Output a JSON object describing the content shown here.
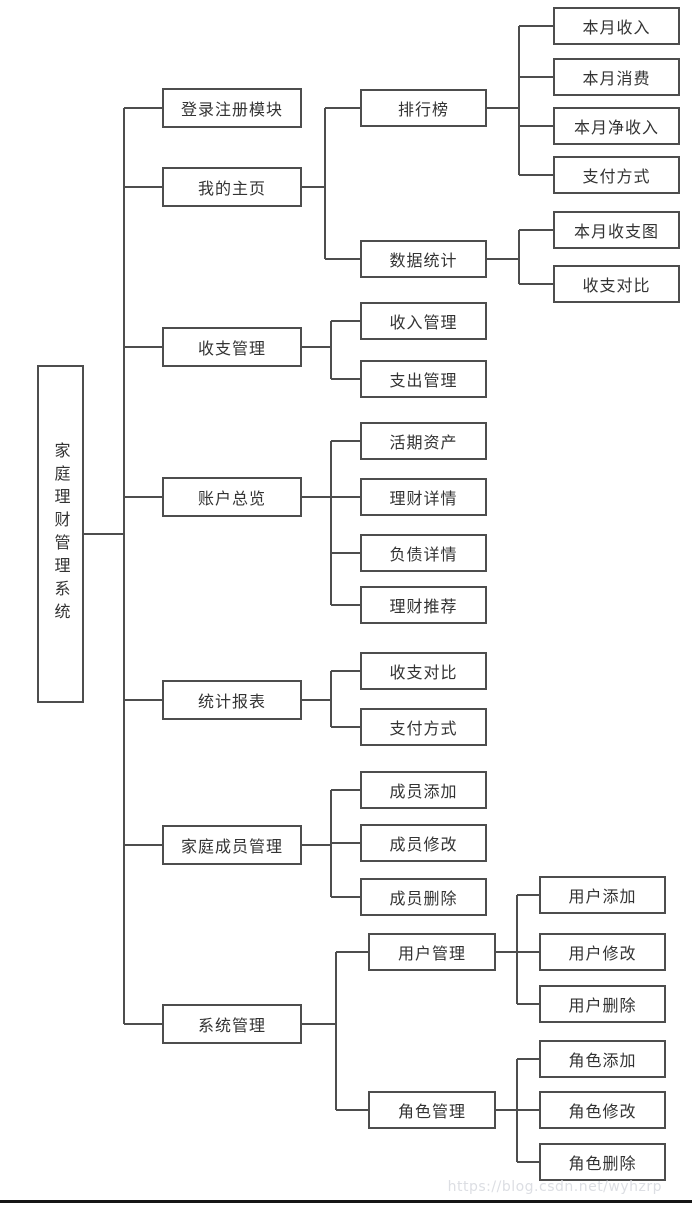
{
  "colors": {
    "line": "#4d4d4d",
    "box_border": "#4d4d4d",
    "box_text": "#333333",
    "watermark_text": "#dcdee3",
    "bottom_rule": "#161616"
  },
  "watermark": {
    "text": "https://blog.csdn.net/wyhzrp"
  },
  "tree": {
    "label": "家庭理财管理系统",
    "children": [
      {
        "label": "登录注册模块"
      },
      {
        "label": "我的主页",
        "children": [
          {
            "label": "排行榜",
            "children": [
              {
                "label": "本月收入"
              },
              {
                "label": "本月消费"
              },
              {
                "label": "本月净收入"
              },
              {
                "label": "支付方式"
              }
            ]
          },
          {
            "label": "数据统计",
            "children": [
              {
                "label": "本月收支图"
              },
              {
                "label": "收支对比"
              }
            ]
          }
        ]
      },
      {
        "label": "收支管理",
        "children": [
          {
            "label": "收入管理"
          },
          {
            "label": "支出管理"
          }
        ]
      },
      {
        "label": "账户总览",
        "children": [
          {
            "label": "活期资产"
          },
          {
            "label": "理财详情"
          },
          {
            "label": "负债详情"
          },
          {
            "label": "理财推荐"
          }
        ]
      },
      {
        "label": "统计报表",
        "children": [
          {
            "label": "收支对比"
          },
          {
            "label": "支付方式"
          }
        ]
      },
      {
        "label": "家庭成员管理",
        "children": [
          {
            "label": "成员添加"
          },
          {
            "label": "成员修改"
          },
          {
            "label": "成员删除"
          }
        ]
      },
      {
        "label": "系统管理",
        "children": [
          {
            "label": "用户管理",
            "children": [
              {
                "label": "用户添加"
              },
              {
                "label": "用户修改"
              },
              {
                "label": "用户删除"
              }
            ]
          },
          {
            "label": "角色管理",
            "children": [
              {
                "label": "角色添加"
              },
              {
                "label": "角色修改"
              },
              {
                "label": "角色删除"
              }
            ]
          }
        ]
      }
    ]
  }
}
